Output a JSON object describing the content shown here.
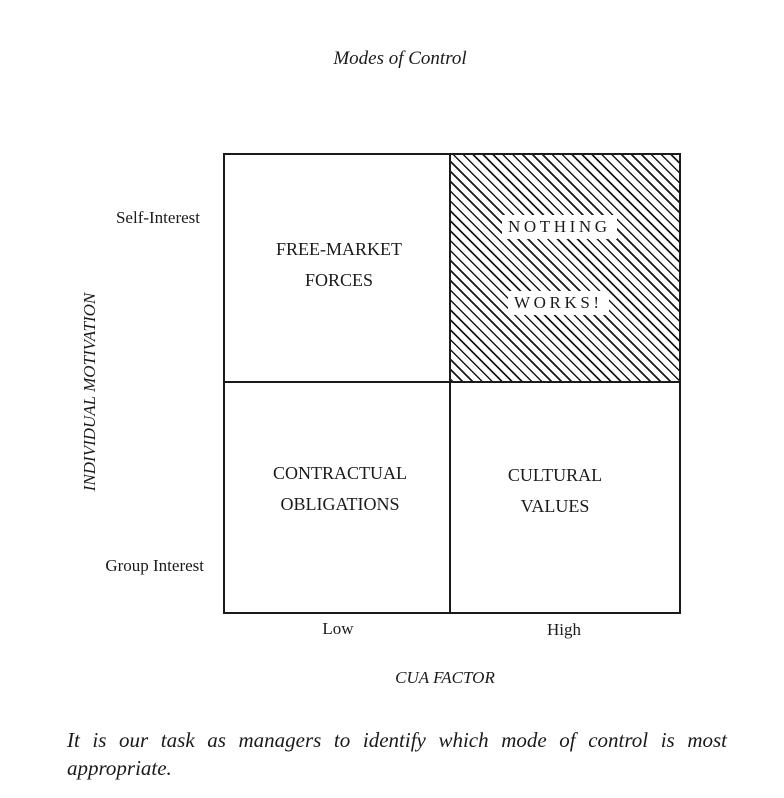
{
  "title": "Modes of Control",
  "y_axis": {
    "label": "INDIVIDUAL MOTIVATION",
    "high": "Self-Interest",
    "low": "Group Interest"
  },
  "x_axis": {
    "label": "CUA FACTOR",
    "low": "Low",
    "high": "High"
  },
  "quadrants": {
    "top_left": {
      "line1": "FREE-MARKET",
      "line2": "FORCES"
    },
    "top_right": {
      "line1": "NOTHING",
      "line2": "WORKS!"
    },
    "bottom_left": {
      "line1": "CONTRACTUAL",
      "line2": "OBLIGATIONS"
    },
    "bottom_right": {
      "line1": "CULTURAL",
      "line2": "VALUES"
    }
  },
  "caption": "It is our task as managers to identify which mode of control is most appropriate."
}
